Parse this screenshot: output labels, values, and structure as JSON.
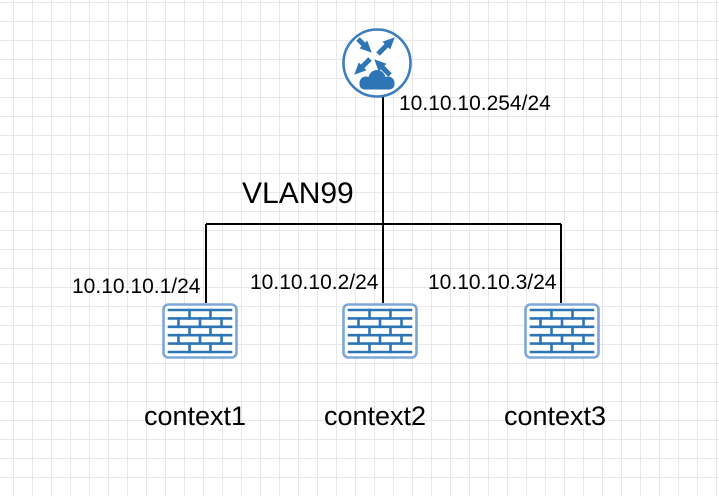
{
  "diagram": {
    "router": {
      "icon": "router-cloud-icon",
      "ip_label": "10.10.10.254/24"
    },
    "vlan_label": "VLAN99",
    "firewalls": [
      {
        "icon": "firewall-icon",
        "ip_label": "10.10.10.1/24",
        "name_label": "context1"
      },
      {
        "icon": "firewall-icon",
        "ip_label": "10.10.10.2/24",
        "name_label": "context2"
      },
      {
        "icon": "firewall-icon",
        "ip_label": "10.10.10.3/24",
        "name_label": "context3"
      }
    ],
    "colors": {
      "icon_blue": "#2E75B6",
      "firewall_border_blue": "#7EA6D8",
      "router_ring_blue": "#3D7EBB",
      "connector_black": "#000000",
      "grid_line": "#E8E8EC",
      "background": "#FFFFFF"
    }
  }
}
